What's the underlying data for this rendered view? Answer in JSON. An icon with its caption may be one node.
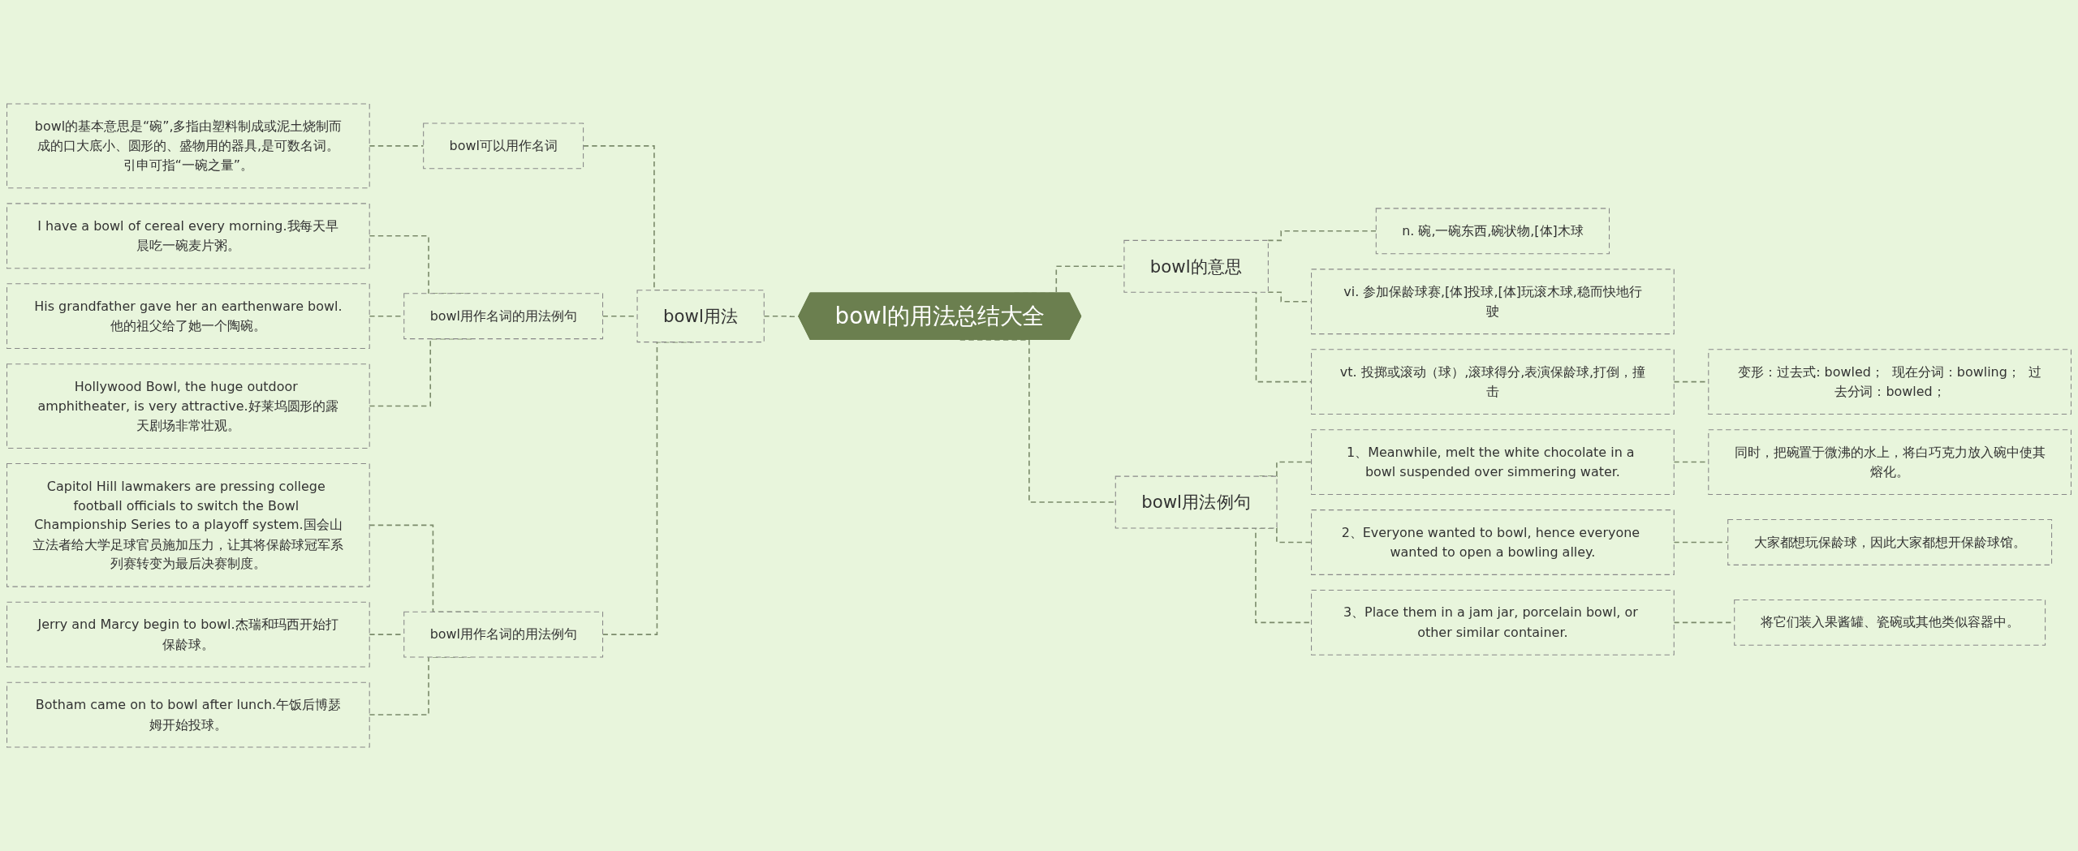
{
  "diagram": {
    "nodes": [
      {
        "text": [
          "bowl的用法总结大全"
        ]
      },
      {
        "text": [
          "bowl用法"
        ]
      },
      {
        "text": [
          "bowl可以用作名词"
        ]
      },
      {
        "text": [
          "bowl的基本意思是“碗”,多指由塑料制成或泥土烧制而成的口大底小、圆形的、盛物用的器具,是可数名词。引申可指“一碗之量”。"
        ]
      },
      {
        "text": [
          "bowl用作名词的用法例句"
        ]
      },
      {
        "text": [
          "I have a bowl of cereal every morning.我每天早晨吃一碗麦片粥。"
        ]
      },
      {
        "text": [
          "His grandfather gave her an earthenware bowl.他的祖父给了她一个陶碗。"
        ]
      },
      {
        "text": [
          "Hollywood Bowl, the huge outdoor amphitheater, is very attractive.好莱坞圆形的露天剧场非常壮观。"
        ]
      },
      {
        "text": [
          "bowl用作名词的用法例句"
        ]
      },
      {
        "text": [
          "Capitol Hill lawmakers are pressing college football officials to switch the Bowl Championship Series to a playoff system.国会山立法者给大学足球官员施加压力，让其将保龄球冠军系列赛转变为最后决赛制度。"
        ]
      },
      {
        "text": [
          "Jerry and Marcy begin to bowl.杰瑞和玛西开始打保龄球。"
        ]
      },
      {
        "text": [
          "Botham came on to bowl after lunch.午饭后博瑟姆开始投球。"
        ]
      },
      {
        "text": [
          "bowl的意思"
        ]
      },
      {
        "text": [
          "n. 碗,一碗东西,碗状物,[体]木球"
        ]
      },
      {
        "text": [
          "vi. 参加保龄球赛,[体]投球,[体]玩滚木球,稳而快地行驶"
        ]
      },
      {
        "text": [
          "vt. 投掷或滚动（球）,滚球得分,表演保龄球,打倒，撞击"
        ]
      },
      {
        "text": [
          "变形：过去式: bowled；  现在分词：bowling；  过去分词：bowled；"
        ]
      },
      {
        "text": [
          "bowl用法例句"
        ]
      },
      {
        "text": [
          "1、Meanwhile, melt the white chocolate in a bowl suspended over simmering water."
        ]
      },
      {
        "text": [
          "同时，把碗置于微沸的水上，将白巧克力放入碗中使其熔化。"
        ]
      },
      {
        "text": [
          "2、Everyone wanted to bowl, hence everyone wanted to open a bowling alley."
        ]
      },
      {
        "text": [
          "大家都想玩保龄球，因此大家都想开保龄球馆。"
        ]
      },
      {
        "text": [
          "3、Place them in a jam jar, porcelain bowl, or other similar container."
        ]
      },
      {
        "text": [
          "将它们装入果酱罐、瓷碗或其他类似容器中。"
        ]
      }
    ],
    "edges": [
      {
        "from": 1,
        "to": 0,
        "arrow": "none"
      },
      {
        "from": 2,
        "to": 1,
        "arrow": "none"
      },
      {
        "from": 3,
        "to": 2,
        "arrow": "none"
      },
      {
        "from": 4,
        "to": 1,
        "arrow": "none"
      },
      {
        "from": 5,
        "to": 4,
        "arrow": "none"
      },
      {
        "from": 6,
        "to": 4,
        "arrow": "none"
      },
      {
        "from": 7,
        "to": 4,
        "arrow": "none"
      },
      {
        "from": 8,
        "to": 1,
        "arrow": "none"
      },
      {
        "from": 9,
        "to": 8,
        "arrow": "none"
      },
      {
        "from": 10,
        "to": 8,
        "arrow": "none"
      },
      {
        "from": 11,
        "to": 8,
        "arrow": "none"
      },
      {
        "from": 0,
        "to": 12,
        "arrow": "none"
      },
      {
        "from": 12,
        "to": 13,
        "arrow": "none"
      },
      {
        "from": 12,
        "to": 14,
        "arrow": "none"
      },
      {
        "from": 12,
        "to": 15,
        "arrow": "none"
      },
      {
        "from": 15,
        "to": 16,
        "arrow": "none"
      },
      {
        "from": 0,
        "to": 17,
        "arrow": "none"
      },
      {
        "from": 17,
        "to": 18,
        "arrow": "none"
      },
      {
        "from": 18,
        "to": 19,
        "arrow": "none"
      },
      {
        "from": 17,
        "to": 20,
        "arrow": "none"
      },
      {
        "from": 20,
        "to": 21,
        "arrow": "none"
      },
      {
        "from": 17,
        "to": 22,
        "arrow": "none"
      },
      {
        "from": 22,
        "to": 23,
        "arrow": "none"
      }
    ]
  }
}
